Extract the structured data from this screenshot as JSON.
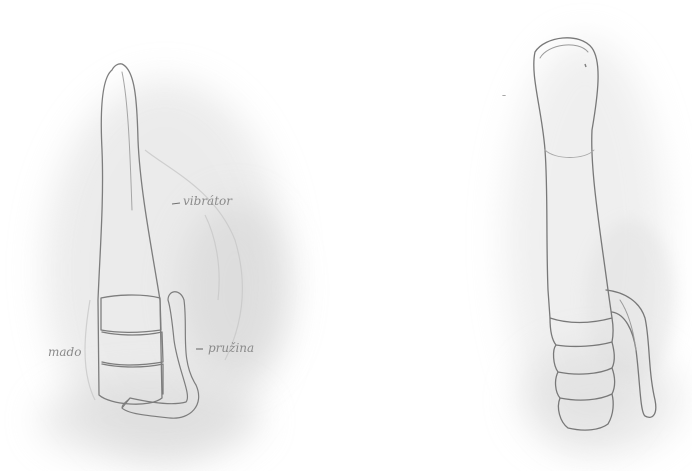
{
  "sketches": [
    {
      "labels": {
        "top": "vibrátor",
        "left": "mado",
        "right": "pružina"
      }
    },
    {
      "mark": "ᐨ"
    }
  ],
  "colors": {
    "paper": "#ffffff",
    "smudge": "#d9d9d9",
    "pencil": "#7d7d7d"
  }
}
